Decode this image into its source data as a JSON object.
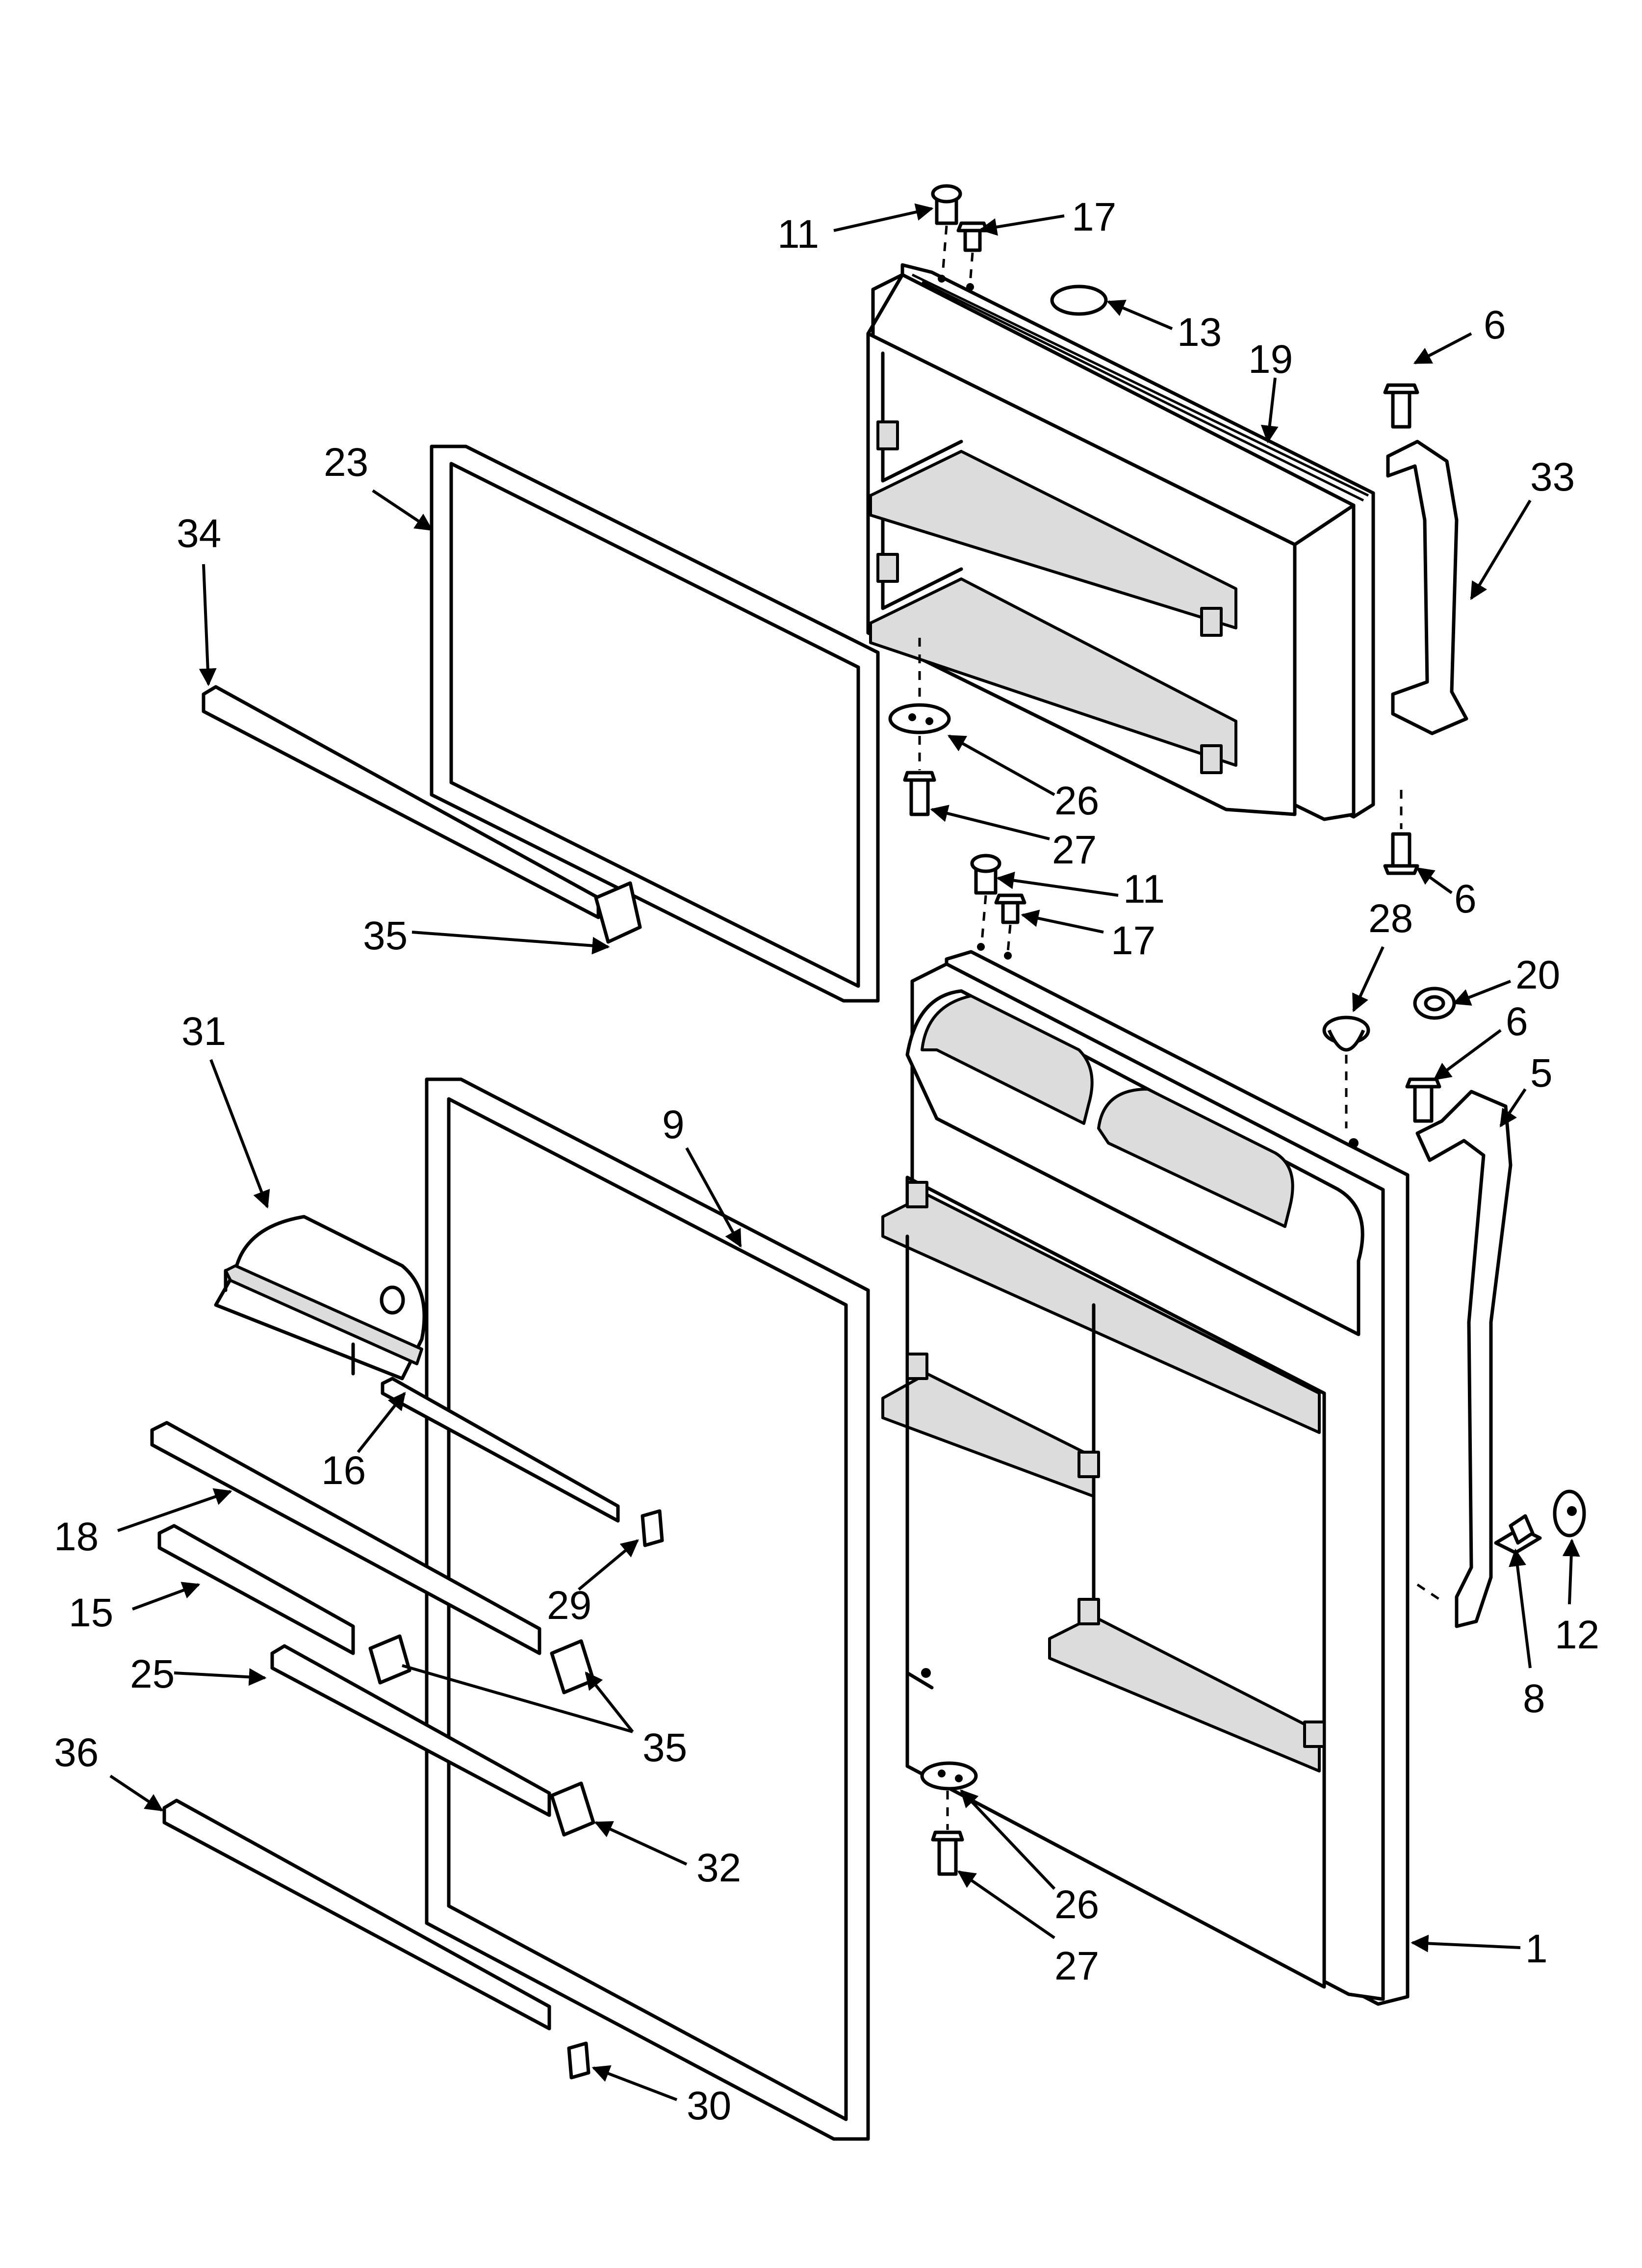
{
  "labels": [
    "11",
    "17",
    "13",
    "19",
    "6",
    "33",
    "23",
    "34",
    "26",
    "27",
    "6",
    "35",
    "11",
    "17",
    "28",
    "20",
    "6",
    "5",
    "31",
    "9",
    "16",
    "18",
    "29",
    "15",
    "25",
    "35",
    "36",
    "32",
    "26",
    "27",
    "1",
    "8",
    "12",
    "30"
  ],
  "colors": {
    "line": "#000000",
    "fill": "#ffffff",
    "shade": "#dcdcdc"
  }
}
